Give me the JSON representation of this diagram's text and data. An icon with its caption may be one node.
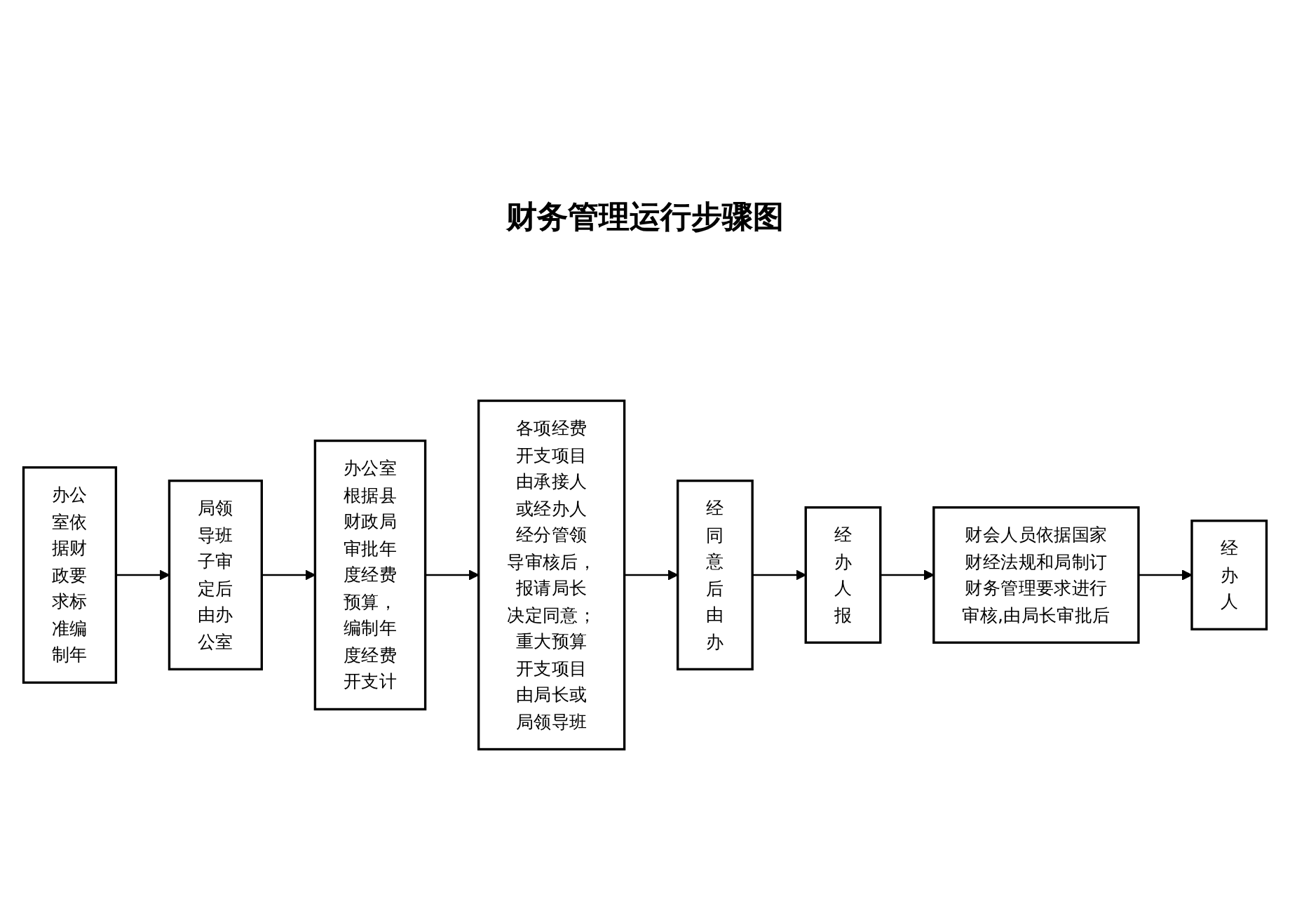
{
  "diagram": {
    "title": "财务管理运行步骤图",
    "nodes": [
      {
        "text": [
          "办公室依据财政要求标准编制年"
        ]
      },
      {
        "text": [
          "局领导班子审定后由办公室"
        ]
      },
      {
        "text": [
          "办公室根据县财政局审批年度经费预算，编制年度经费开支计"
        ]
      },
      {
        "text": [
          "各项经费开支项目由承接人或经办人经分管领导审核后，报请局长决定同意；重大预算开支项目由局长或局领导班"
        ]
      },
      {
        "text": [
          "经同意后由办"
        ]
      },
      {
        "text": [
          "经办人报"
        ]
      },
      {
        "text": [
          "财会人员依据国家财经法规和局制订财务管理要求进行审核,由局长审批后"
        ]
      },
      {
        "text": [
          "经办人"
        ]
      }
    ],
    "edges": [
      {
        "from": 0,
        "to": 1,
        "arrow": "to"
      },
      {
        "from": 1,
        "to": 2,
        "arrow": "to"
      },
      {
        "from": 2,
        "to": 3,
        "arrow": "to"
      },
      {
        "from": 3,
        "to": 4,
        "arrow": "to"
      },
      {
        "from": 4,
        "to": 5,
        "arrow": "to"
      },
      {
        "from": 5,
        "to": 6,
        "arrow": "to"
      },
      {
        "from": 6,
        "to": 7,
        "arrow": "to"
      }
    ]
  }
}
